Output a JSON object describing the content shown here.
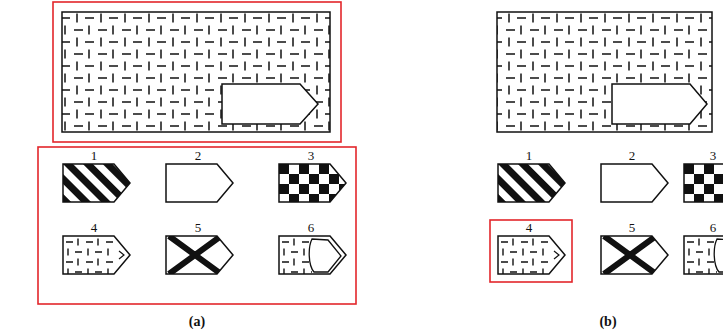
{
  "diagram": {
    "labels": [
      "1",
      "2",
      "3",
      "4",
      "5",
      "6",
      "(a)",
      "1",
      "2",
      "3",
      "4",
      "5",
      "6",
      "(b)"
    ]
  }
}
